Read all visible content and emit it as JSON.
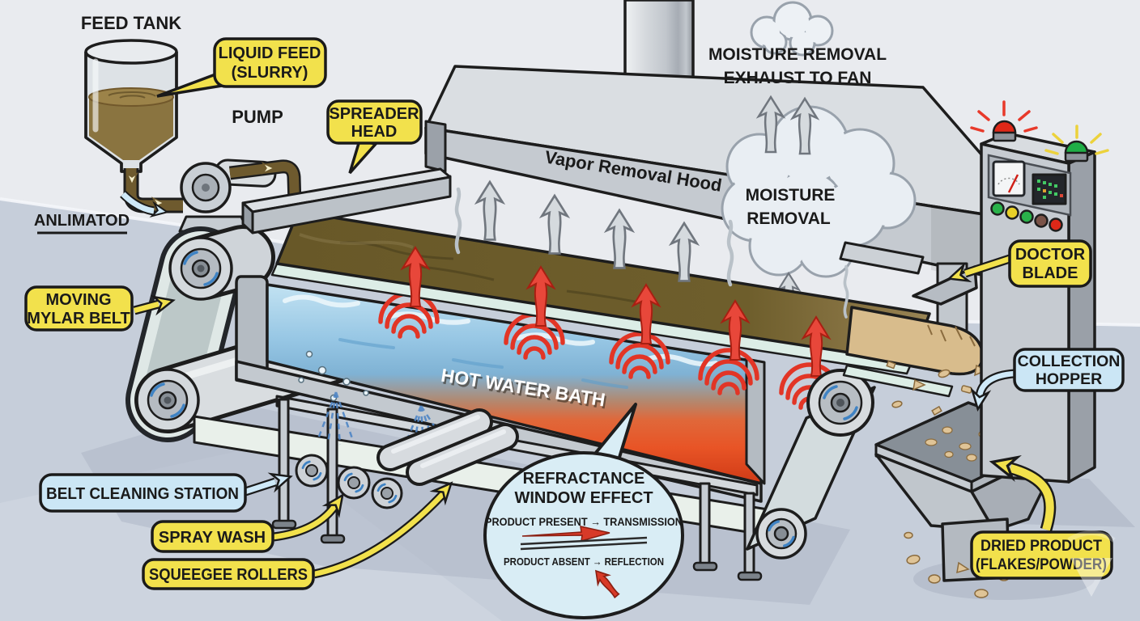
{
  "labels": {
    "feed_tank": "FEED TANK",
    "pump": "PUMP",
    "animated": "ANLIMATOD",
    "vapor_hood": "Vapor Removal Hood",
    "hot_water_bath": "HOT WATER BATH",
    "moisture_exhaust_l1": "MOISTURE REMOVAL",
    "moisture_exhaust_l2": "EXHAUST TO FAN",
    "moisture_cloud_l1": "MOISTURE",
    "moisture_cloud_l2": "REMOVAL"
  },
  "callouts": {
    "liquid_feed_l1": "LIQUID FEED",
    "liquid_feed_l2": "(SLURRY)",
    "spreader_l1": "SPREADER",
    "spreader_l2": "HEAD",
    "moving_belt_l1": "MOVING",
    "moving_belt_l2": "MYLAR BELT",
    "belt_cleaning": "BELT CLEANING STATION",
    "spray_wash": "SPRAY WASH",
    "squeegee": "SQUEEGEE ROLLERS",
    "doctor_l1": "DOCTOR",
    "doctor_l2": "BLADE",
    "hopper_l1": "COLLECTION",
    "hopper_l2": "HOPPER",
    "dried_l1": "DRIED PRODUCT",
    "dried_l2": "(FLAKES/POWDER)"
  },
  "legend": {
    "title_l1": "REFRACTANCE",
    "title_l2": "WINDOW EFFECT",
    "present": "PRODUCT PRESENT → TRANSMISSION",
    "absent": "PRODUCT ABSENT → REFLECTION"
  },
  "control_panel": {
    "beacon_red": "#E02818",
    "beacon_green": "#1FAE46",
    "buttons": [
      "#2AB24A",
      "#E8D028",
      "#2AB24A",
      "#7A5348",
      "#DC2818"
    ]
  },
  "colors": {
    "callout_yellow": "#F2E14C",
    "callout_blue": "#CBE6F5",
    "heat_red": "#E23526",
    "water_blue": "#8FC3E4",
    "hot_orange": "#E2431C",
    "slurry_brown": "#6E5E2C",
    "dried_tan": "#D8BC8C",
    "machine_gray": "#C6CBD2",
    "background": "#E9EBEF",
    "floor": "#C6CEDA"
  }
}
